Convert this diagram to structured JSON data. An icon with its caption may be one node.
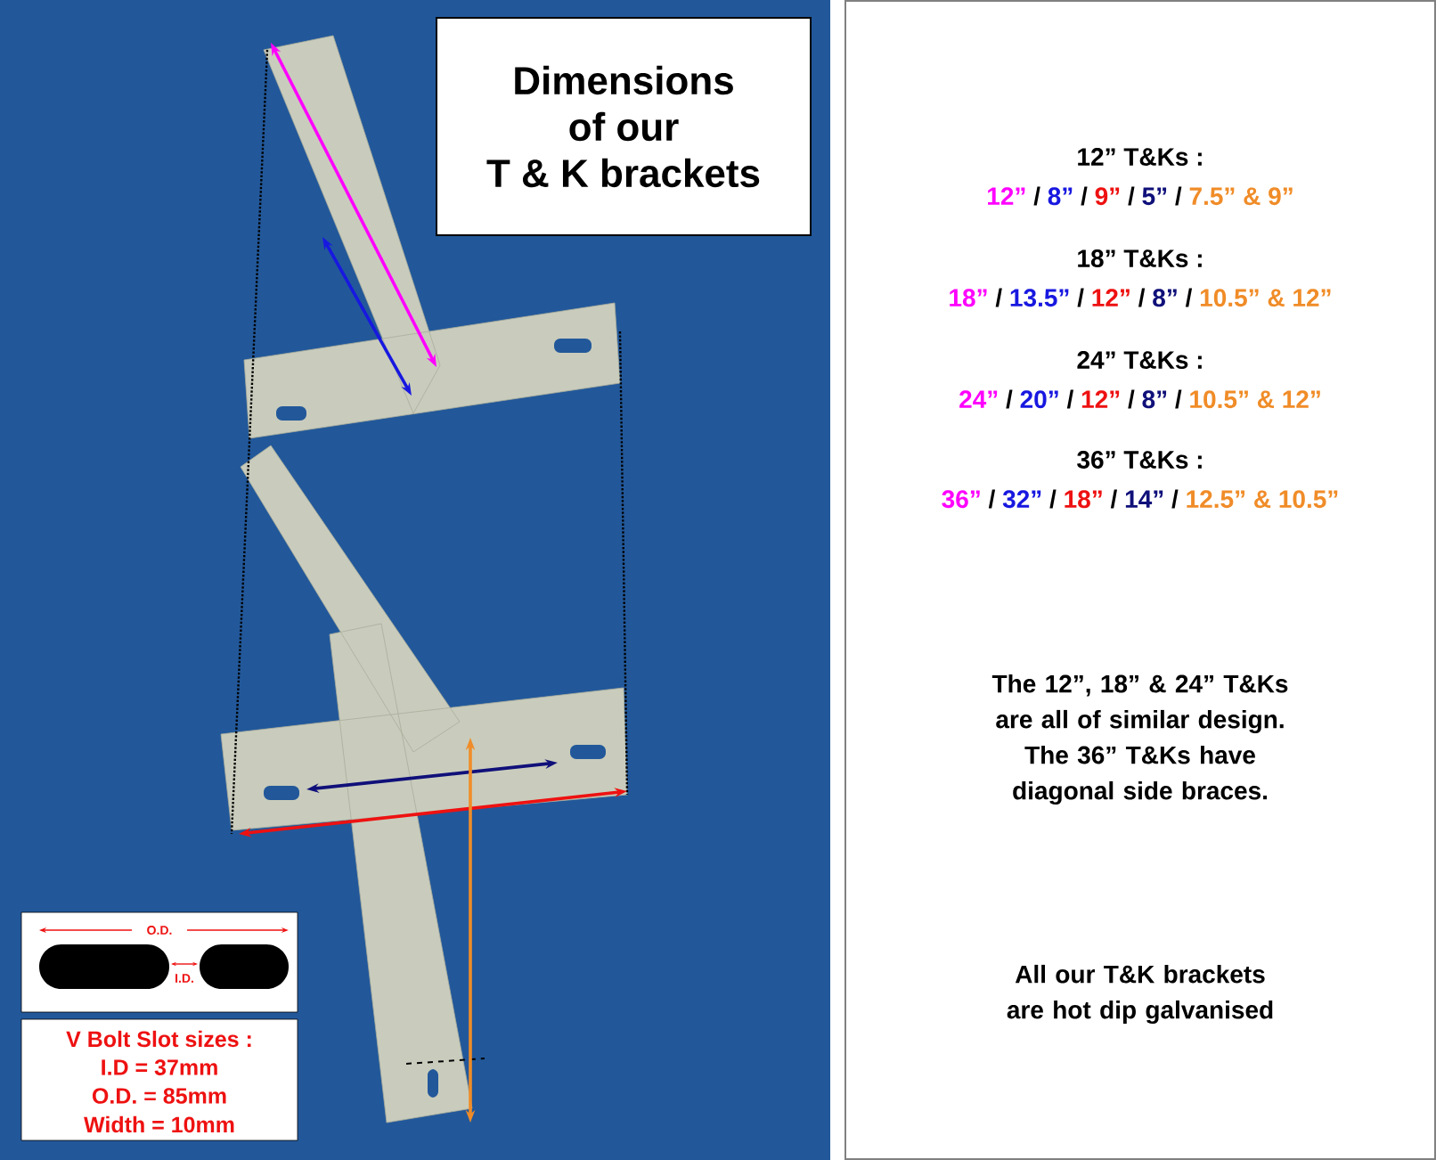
{
  "diagram": {
    "nodes": [
      {
        "text": [
          "Dimensions",
          "of our",
          "T & K brackets"
        ]
      },
      {
        "text": [
          "O.D.",
          "I.D."
        ]
      },
      {
        "text": [
          "V Bolt Slot sizes :",
          "I.D = 37mm",
          "O.D. = 85mm",
          "Width = 10mm"
        ]
      },
      {
        "text": [
          "12” T&Ks :",
          "12”",
          "/",
          "8”",
          "/",
          "9”",
          "/",
          "5”",
          "/",
          "7.5” & 9”",
          "18” T&Ks :",
          "18”",
          "/",
          "13.5”",
          "/",
          "12”",
          "/",
          "8”",
          "/",
          "10.5” & 12”",
          "24” T&Ks :",
          "24”",
          "/",
          "20”",
          "/",
          "12”",
          "/",
          "8”",
          "/",
          "10.5” & 12”",
          "36” T&Ks :",
          "36”",
          "/",
          "32”",
          "/",
          "18”",
          "/",
          "14”",
          "/",
          "12.5” & 10.5”",
          "The 12”, 18” & 24” T&Ks are all of similar design.",
          "The 36” T&Ks have diagonal side braces.",
          "All our T&K brackets are hot dip galvanised"
        ]
      }
    ]
  }
}
